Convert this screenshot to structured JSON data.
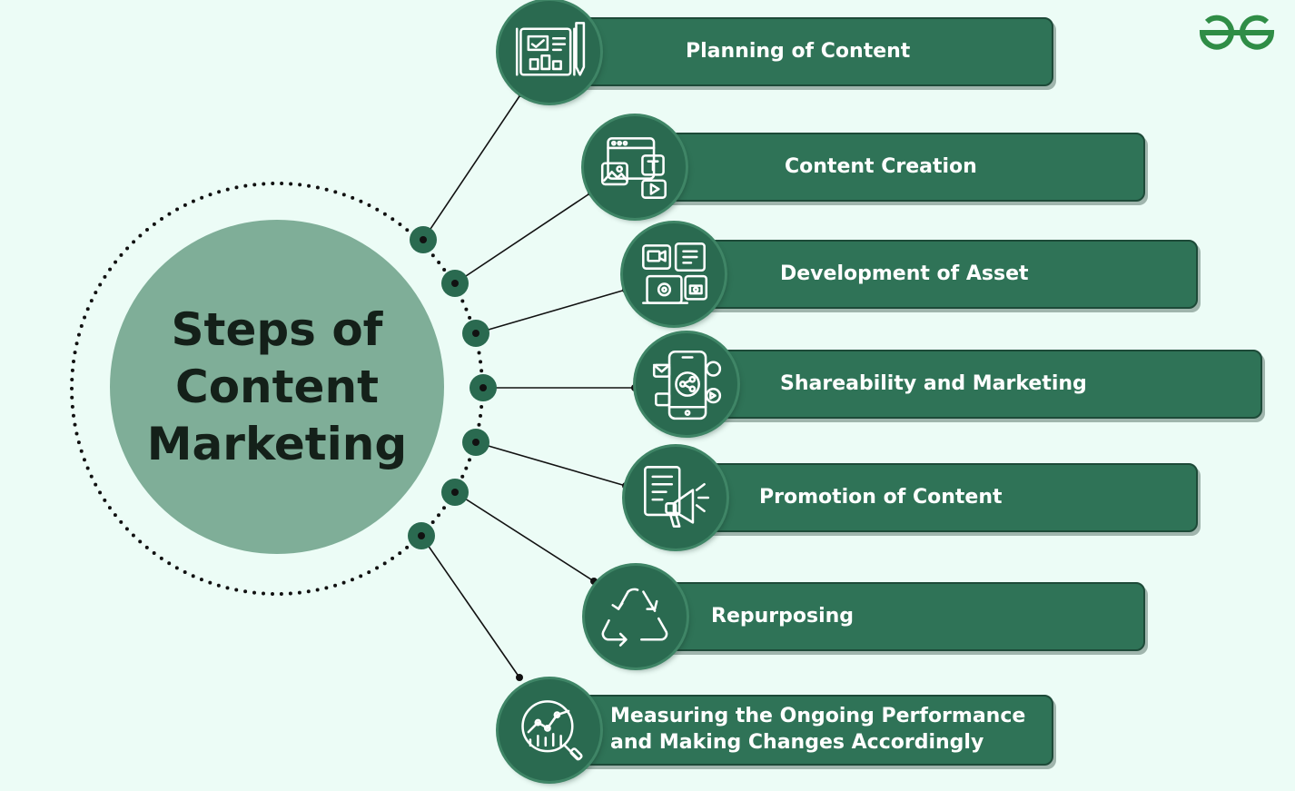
{
  "title": "Steps of\nContent\nMarketing",
  "logo": {
    "name": "geeksforgeeks-logo",
    "color": "#2f8d46"
  },
  "colors": {
    "background": "#ecfcf6",
    "bar": "#2f7357",
    "icon_circle": "#2a6a50",
    "hub": "#7fae98",
    "text": "#ffffff"
  },
  "steps": [
    {
      "label": "Planning of Content",
      "icon": "planning-board-icon"
    },
    {
      "label": "Content Creation",
      "icon": "media-content-icon"
    },
    {
      "label": "Development of Asset",
      "icon": "asset-devices-icon"
    },
    {
      "label": "Shareability and Marketing",
      "icon": "mobile-share-icon"
    },
    {
      "label": "Promotion of Content",
      "icon": "megaphone-document-icon"
    },
    {
      "label": "Repurposing",
      "icon": "recycle-icon"
    },
    {
      "label": "Measuring the Ongoing Performance\nand Making Changes Accordingly",
      "icon": "analytics-magnifier-icon"
    }
  ]
}
